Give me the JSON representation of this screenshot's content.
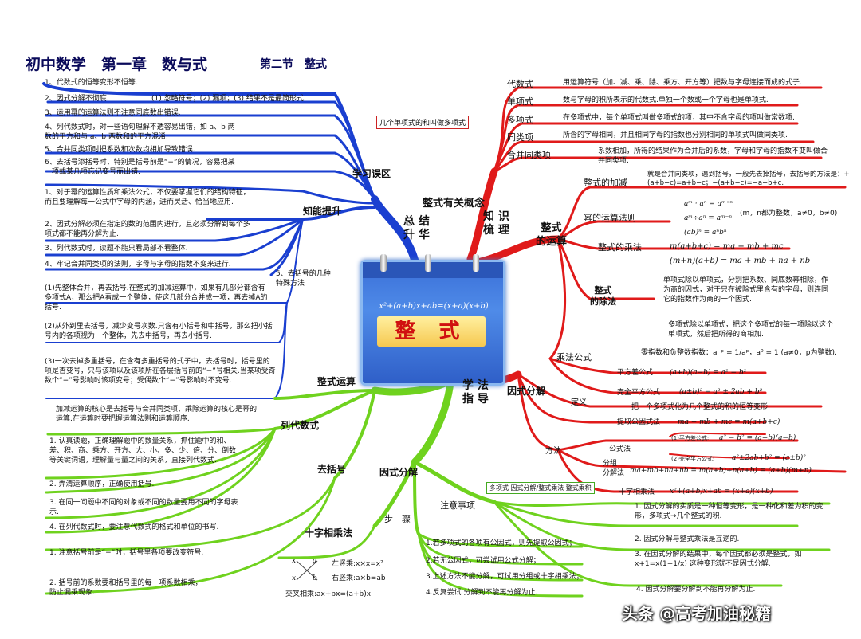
{
  "title": "初中数学　第一章　数与式",
  "subtitle": "第二节　整式",
  "center": {
    "formula": "x²+(a+b)x+ab=(x+a)(x+b)",
    "word": "整 式"
  },
  "main_branches": {
    "summary": "总 结\n升 华",
    "knowledge": "知 识\n梳 理",
    "method": "学 法\n指 导",
    "concepts": "整式有关概念"
  },
  "concepts": {
    "items": [
      {
        "label": "代数式",
        "desc": "用运算符号（加、减、乘、除、乘方、开方等）把数与字母连接而成的式子."
      },
      {
        "label": "单项式",
        "desc": "数与字母的积所表示的代数式.单独一个数或一个字母也是单项式."
      },
      {
        "label": "多项式",
        "desc": "在多项式中，每个单项式叫做多项式的项，其中不含字母的项叫做常数项."
      },
      {
        "label": "同类项",
        "desc": "所含的字母相同，并且相同字母的指数也分别相同的单项式叫做同类项."
      },
      {
        "label": "合并同类项",
        "desc": "系数相加，所得的结果作为合并后的系数，字母和字母的指数不变叫做合并同类项."
      }
    ],
    "note": "几个单项式的和叫做多项式"
  },
  "operations": {
    "label": "整式\n的运算",
    "add_label": "整式的加减",
    "add_desc": "就是合并同类项，遇到括号，一般先去掉括号，去括号的方法是：+(a+b−c)=a+b−c；−(a+b−c)=−a−b+c.",
    "power_label": "幂的运算法则",
    "power_rules": [
      "aᵐ · aⁿ = aᵐ⁺ⁿ",
      "aᵐ÷aⁿ = aᵐ⁻ⁿ",
      "(ab)ⁿ = aⁿbⁿ"
    ],
    "power_cond": "(m，n都为整数，a≠0，b≠0)",
    "mul_label": "整式的乘法",
    "mul_rules": [
      "m(a+b+c) = ma + mb + mc",
      "(m+n)(a+b) = ma + mb + na + nb"
    ],
    "div_label": "整式\n的除法",
    "div_desc1": "单项式除以单项式，分别把系数、同底数幂相除，作为商的因式，对于只在被除式里含有的字母，则连同它的指数作为商的一个因式.",
    "div_desc2": "多项式除以单项式，把这个多项式的每一项除以这个单项式，然后把所得的商相加.",
    "div_desc3": "零指数和负整数指数：a⁻ᵖ = 1/aᵖ，a⁰ = 1 (a≠0，p为整数)."
  },
  "mult_formula": {
    "label": "乘法公式",
    "diff_label": "平方差公式",
    "diff": "(a+b)(a−b) = a² − b²",
    "perfect_label": "完全平方公式",
    "perfect": "(a±b)² = a² ± 2ab + b²"
  },
  "factoring": {
    "label": "因式分解",
    "def_label": "定义",
    "def_desc": "把一个多项式化为几个整式的积的恒等变形",
    "common_label": "提取公因式法",
    "common": "ma + mb + mc = m(a+b+c)",
    "method_label": "方法",
    "formula_label": "公式法",
    "f1_name": "(1)平方差公式:",
    "f1": "a² − b² = (a+b)(a−b)",
    "f2_name": "(2)完全平方公式:",
    "f2": "a²±2ab+b² = (a±b)²",
    "group_label": "分组\n分解法",
    "group": "ma+mb+na+nb = m(a+b)+n(a+b) = (a+b)(m+n)",
    "cross_label": "十字相乘法",
    "cross": "x²+(a+b)x+ab = (x+a)(x+b)"
  },
  "attention": {
    "label": "注意事项",
    "box": "多项式 因式分解/整式乘法 整式乘积",
    "items": [
      "1. 因式分解的实质是一种恒等变形，是一种化和差为积的变形，多项式→几个整式的积.",
      "2. 因式分解与整式乘法是互逆的.",
      "3. 在因式分解的结果中，每个因式都必须是整式，如 x+1=x(1+1/x) 这种变形就不是因式分解.",
      "4. 因式分解要分解到不能再分解为止."
    ]
  },
  "steps": {
    "label": "步　骤",
    "items": [
      "1.若多项式的各项有公因式，则先提取公因式；",
      "2.若无公因式，可尝试用公式分解；",
      "3.上述方法不能分解，可试用分组或十字相乘法；",
      "4.反复尝试 分解到不能再分解为止."
    ]
  },
  "cross_method": {
    "label": "十字相乘法",
    "vertical": "左竖乘:x×x=x²",
    "right": "右竖乘:a×b=ab",
    "cross": "交叉相乘:ax+bx=(a+b)x",
    "x1": "x",
    "x2": "x",
    "a": "a",
    "b": "b"
  },
  "mistakes": {
    "label": "学习误区",
    "items": [
      "1、代数式的恒等变形不恒等.",
      "2、因式分解不彻底.",
      "3、运用幂的运算法则不注意同底数出错误.",
      "4、列代数式时，对一些语句理解不透容易出错，如 a、b 两数的平方和与 a、b 两数和的平方混淆.",
      "5、合并同类项时把系数和次数均相加导致错误.",
      "6、去括号添括号时，特别是括号前是“−”的情况，容易把某一项或某几项忘记变号而出错."
    ],
    "sub2": "(1) 忽略符号；(2) 漏项；(3) 结果不是最简形式."
  },
  "improve": {
    "label": "知能提升",
    "items": [
      "1、对于幂的运算性质和乘法公式，不仅要掌握它们的结构特征，而且要理解每一公式中字母的内涵，进而灵活、恰当地应用.",
      "2、因式分解必须在指定的数的范围内进行，且必须分解到每个多项式都不能再分解为止.",
      "3、列代数式时，读题不能只看局部不看整体.",
      "4、牢记合并同类项的法则，字母与字母的指数不变来进行."
    ],
    "special_label": "5、去括号的几种特殊方法",
    "special": [
      "(1)先整体合并，再去括号.在整式的加减运算中，如果有几部分都含有多项式A，那么把A看成一个整体，使这几部分合并成一项，再去掉A的括号.",
      "(2)从外到里去括号，减少变号次数.只含有小括号和中括号，那么把小括号内的各项视为一个整体，先去中括号，再去小括号.",
      "(3)一次去掉多重括号，在含有多重括号的式子中，去括号时，括号里的项是否变号，只与该项以及该项所在各层括号前的“−”号相关.当某项受奇数个“−”号影响时该项变号；受偶数个“−”号影响时不变号."
    ]
  },
  "calc": {
    "label": "整式运算",
    "desc": "加减运算的核心是去括号与合并同类项，乘除运算的核心是幂的运算.在运算时要把握运算法则和运算顺序."
  },
  "listing": {
    "label": "列代数式",
    "items": [
      "1. 认真读题，正确理解题中的数量关系，抓住题中的和、差、积、商、乘方、开方、大、小、多、少、倍、分、倒数等关键词语，理解量与量之间的关系，直接列代数式.",
      "2. 弄清运算顺序，正确使用括号.",
      "3. 在同一问题中不同的对象或不同的数量要用不同的字母表示.",
      "4. 在列代数式时，要注意代数式的格式和单位的书写."
    ]
  },
  "brackets": {
    "label": "去括号",
    "items": [
      "1. 注意括号前是“−”时，括号里各项要改变符号.",
      "2. 括号前的系数要和括号里的每一项系数相乘，防止漏乘现象."
    ]
  },
  "green_factor": {
    "label": "因式分解"
  },
  "watermark": "头条 @高考加油秘籍",
  "colors": {
    "blue": "#1a3fd0",
    "red": "#e01a1a",
    "green": "#6fd21e"
  }
}
